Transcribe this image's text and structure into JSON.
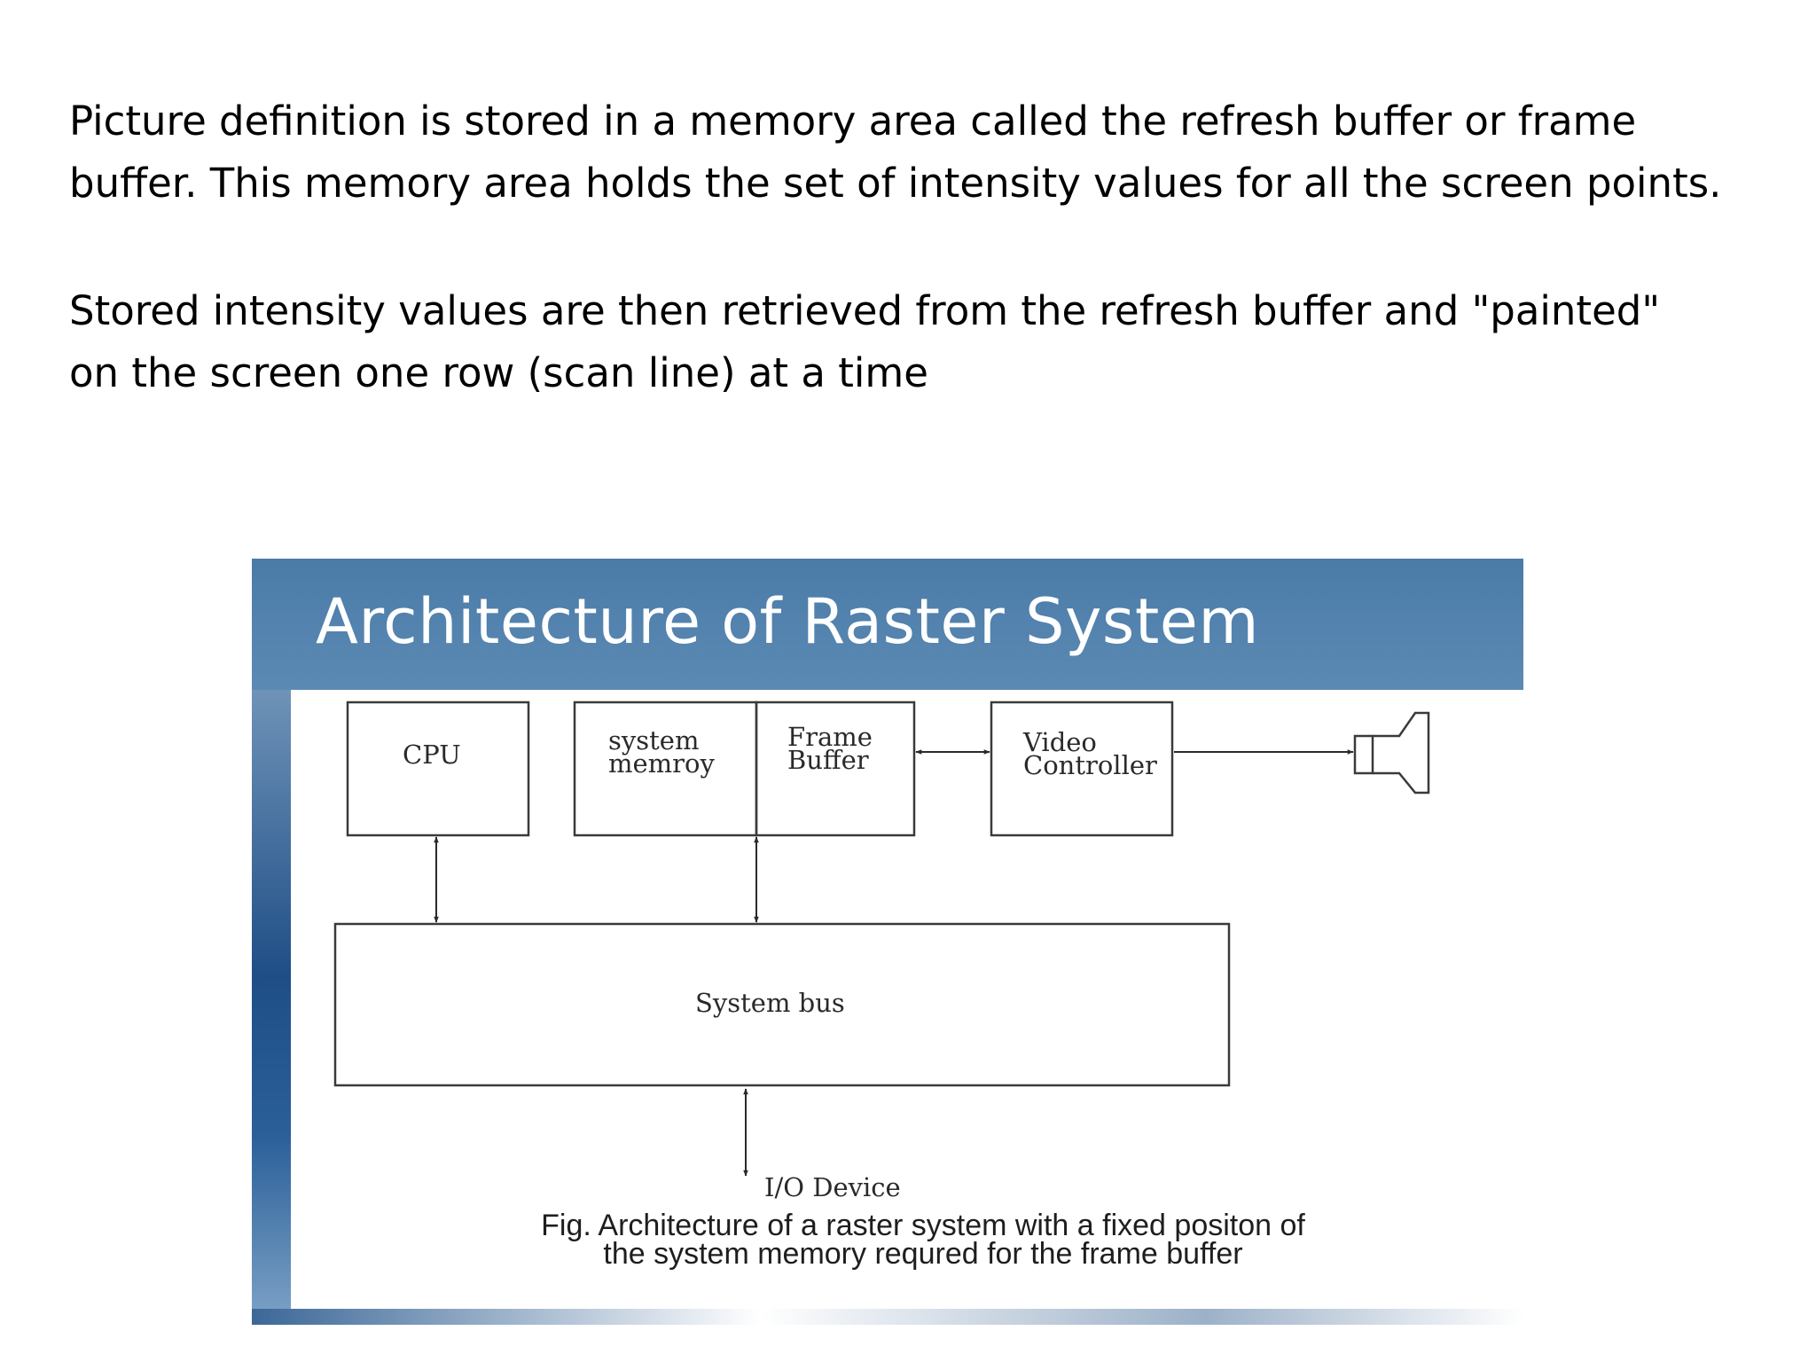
{
  "paragraphs": [
    {
      "lines": [
        "Picture definition is stored in a memory area called the refresh buffer or frame",
        "buffer. This memory area holds the set of intensity values for all the screen points."
      ]
    },
    {
      "lines": [
        "Stored intensity values are then retrieved from the refresh buffer and \"painted\"",
        "on the screen one row (scan line) at a time"
      ]
    }
  ],
  "diagram": {
    "title": "Architecture of Raster System",
    "nodes": {
      "cpu": "CPU",
      "system_memory": [
        "system",
        "memroy"
      ],
      "frame_buffer": [
        "Frame",
        "Buffer"
      ],
      "video_controller": [
        "Video",
        "Controller"
      ],
      "system_bus": "System bus",
      "io_device": "I/O Device",
      "monitor": "monitor-icon"
    },
    "caption": [
      "Fig. Architecture of a raster system with a fixed positon of",
      "the system memory requred for the frame buffer"
    ],
    "colors": {
      "title_bar": "#4a7ba7",
      "title_text": "#ffffff",
      "box_stroke": "#3a3a3a"
    }
  }
}
